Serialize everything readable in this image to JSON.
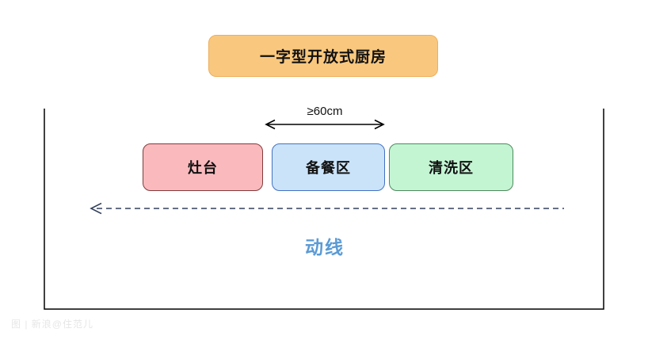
{
  "diagram": {
    "title": "一字型开放式厨房",
    "title_fill": "#F9C87E",
    "title_border": "#EDAF5D",
    "measurement": "≥60cm",
    "zones": [
      {
        "id": "stove",
        "label": "灶台",
        "fill": "#F9B9BD",
        "border": "#843C3C"
      },
      {
        "id": "prep",
        "label": "备餐区",
        "fill": "#CAE3F9",
        "border": "#4472C4"
      },
      {
        "id": "wash",
        "label": "清洗区",
        "fill": "#C3F5D3",
        "border": "#4F8A5F"
      }
    ],
    "flow": {
      "label": "动线",
      "label_color": "#5B9BD5",
      "line_color": "#33415C"
    },
    "outline_color": "#000000",
    "watermark": "图 | 新浪@住范儿"
  }
}
